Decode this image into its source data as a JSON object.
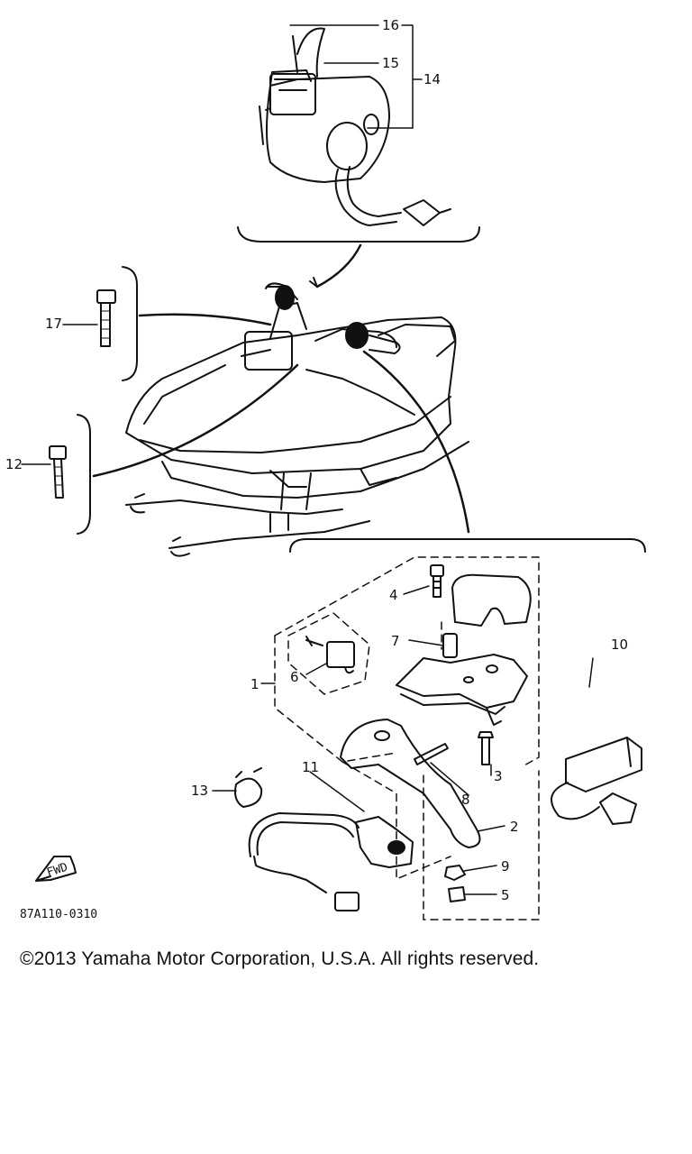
{
  "callouts": {
    "c1": "1",
    "c2": "2",
    "c3": "3",
    "c4": "4",
    "c5": "5",
    "c6": "6",
    "c7": "7",
    "c8": "8",
    "c9": "9",
    "c10": "10",
    "c11": "11",
    "c12": "12",
    "c13": "13",
    "c14": "14",
    "c15": "15",
    "c16": "16",
    "c17": "17"
  },
  "fwd_label": "FWD",
  "diagram_code": "87A110-0310",
  "copyright": "©2013 Yamaha Motor Corporation, U.S.A. All rights reserved."
}
